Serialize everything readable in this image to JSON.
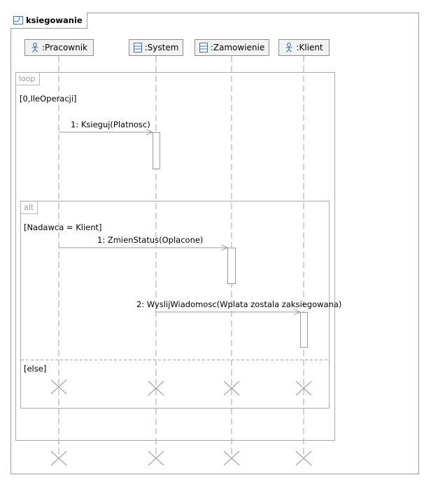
{
  "diagram": {
    "title": "ksiegowanie",
    "lifelines": [
      {
        "label": ":Pracownik",
        "kind": "actor"
      },
      {
        "label": ":System",
        "kind": "class"
      },
      {
        "label": ":Zamowienie",
        "kind": "class"
      },
      {
        "label": ":Klient",
        "kind": "actor"
      }
    ],
    "loop": {
      "operator": "loop",
      "guard": "[0,IleOperacji]"
    },
    "alt": {
      "operator": "alt",
      "guard": "[Nadawca = Klient]",
      "else_guard": "[else]"
    },
    "messages": [
      {
        "label": "1: Ksieguj(Platnosc)"
      },
      {
        "label": "1: ZmienStatus(Oplacone)"
      },
      {
        "label": "2: WyslijWiadomosc(Wplata zostala zaksiegowana)"
      }
    ]
  },
  "colors": {
    "frame": "#9a9a9a",
    "lifeline_dash": "#a6a6a6",
    "actor_icon": "#3a6fb0",
    "arrow": "#9a9a9a"
  },
  "icons": {
    "actor": "actor-icon",
    "class": "class-icon",
    "diagram": "sequence-diagram-icon"
  }
}
